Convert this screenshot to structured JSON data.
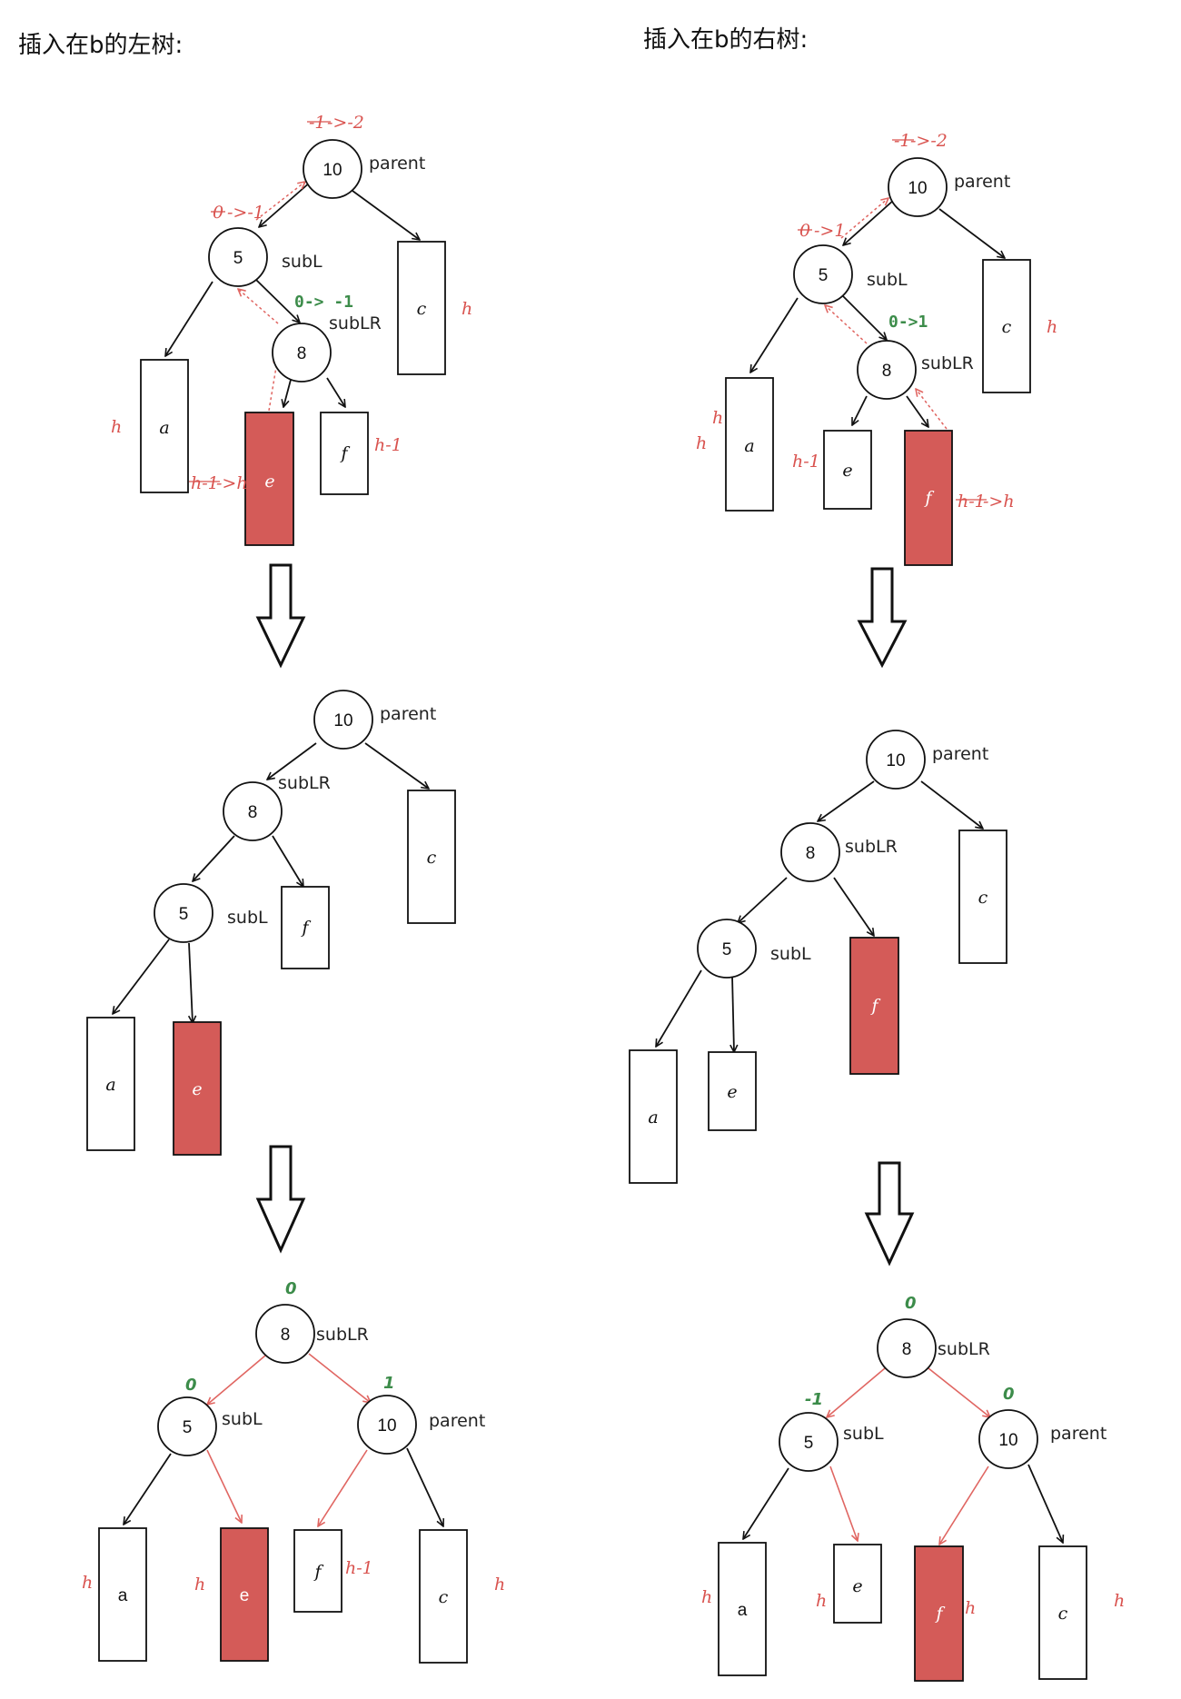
{
  "titles": {
    "left": "插入在b的左树:",
    "right": "插入在b的右树:"
  },
  "nodes": {
    "n10": "10",
    "n5": "5",
    "n8": "8"
  },
  "labels": {
    "parent": "parent",
    "subL": "subL",
    "subLR": "subLR"
  },
  "leaves": {
    "a": "a",
    "c": "c",
    "e": "e",
    "f": "f"
  },
  "heights": {
    "h": "h",
    "h1": "h-1"
  },
  "left_annotations": {
    "parent_bf_old": "-1",
    "parent_bf_new": "->-2",
    "subL_bf_old": "0",
    "subL_bf_new": "->-1",
    "subLR_bf_change": "0-> -1",
    "e_height_old": "h-1",
    "e_height_new": "->h",
    "final_subLR_bf": "0",
    "final_subL_bf": "0",
    "final_parent_bf": "1"
  },
  "right_annotations": {
    "parent_bf_old": "-1",
    "parent_bf_new": "->-2",
    "subL_bf_old": "0",
    "subL_bf_new": "->1",
    "subLR_bf_change": "0->1",
    "f_height_old": "h-1",
    "f_height_new": "->h",
    "final_subLR_bf": "0",
    "final_subL_bf": "-1",
    "final_parent_bf": "0"
  },
  "colors": {
    "highlight": "#d45b58",
    "annotation": "#d9534f",
    "balance": "#3c8c4a"
  }
}
